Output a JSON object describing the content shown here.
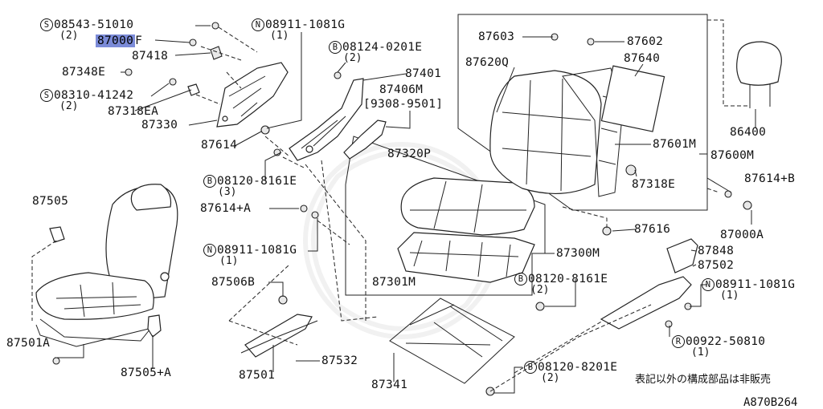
{
  "labels": {
    "p08543": "08543-51010",
    "p08543_qty": "(2)",
    "p87000f": "87000",
    "p87000f_suffix": "F",
    "p87418": "87418",
    "p87348e": "87348E",
    "p08310": "08310-41242",
    "p08310_qty": "(2)",
    "p87318ea": "87318EA",
    "p87330": "87330",
    "p08911a": "08911-1081G",
    "p08911a_qty": "(1)",
    "p08124": "08124-0201E",
    "p08124_qty": "(2)",
    "p87401": "87401",
    "p87406m": "87406M",
    "p87406m_range": "[9308-9501]",
    "p87614": "87614",
    "p08120a": "08120-8161E",
    "p08120a_qty": "(3)",
    "p87614a": "87614+A",
    "p08911b": "08911-1081G",
    "p08911b_qty": "(1)",
    "p87505": "87505",
    "p87501a": "87501A",
    "p87505a": "87505+A",
    "p87506b": "87506B",
    "p87501": "87501",
    "p87532": "87532",
    "p87341": "87341",
    "p87320p": "87320P",
    "p87301m": "87301M",
    "p87300m": "87300M",
    "p08120b": "08120-8161E",
    "p08120b_qty": "(2)",
    "p08120c": "08120-8201E",
    "p08120c_qty": "(2)",
    "p87603": "87603",
    "p87602": "87602",
    "p87620q": "87620Q",
    "p87640": "87640",
    "p87601m": "87601M",
    "p87600m": "87600M",
    "p87318e": "87318E",
    "p87616": "87616",
    "p86400": "86400",
    "p87614b": "87614+B",
    "p87000a": "87000A",
    "p87848": "87848",
    "p87502": "87502",
    "p08911c": "08911-1081G",
    "p08911c_qty": "(1)",
    "p00922": "00922-50810",
    "p00922_qty": "(1)"
  },
  "prefixes": {
    "s": "S",
    "n": "N",
    "b": "B",
    "r": "R"
  },
  "note": "表記以外の構成部品は非販売",
  "diagram_code": "A870B264",
  "colors": {
    "highlight": "#7b8bd8",
    "line": "#222222"
  }
}
